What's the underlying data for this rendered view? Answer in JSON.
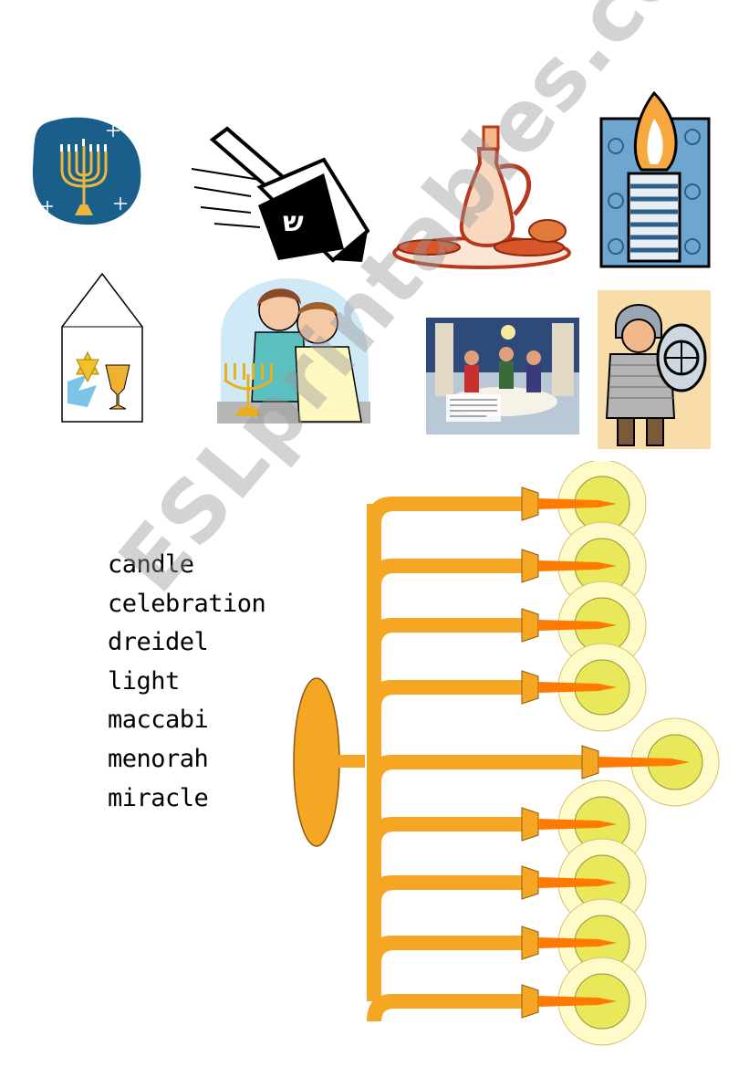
{
  "vocabulary": {
    "words": [
      "candle",
      "celebration",
      "dreidel",
      "light",
      "maccabi",
      "menorah",
      "miracle"
    ]
  },
  "clipart": [
    {
      "name": "menorah-badge-icon"
    },
    {
      "name": "dreidel-icon"
    },
    {
      "name": "oil-jug-latkes-icon"
    },
    {
      "name": "candle-icon"
    },
    {
      "name": "star-of-david-banner-icon"
    },
    {
      "name": "family-lighting-menorah-icon"
    },
    {
      "name": "family-dinner-illustration"
    },
    {
      "name": "maccabi-soldier-icon"
    }
  ],
  "menorah": {
    "branches": 9,
    "colors": {
      "arm": "#F5A623",
      "flame_glow": "#FFFBC8",
      "flame_core": "#E8E85A",
      "flame": "#FF7A00"
    }
  },
  "watermark": {
    "text": "ESLprintables.com"
  }
}
